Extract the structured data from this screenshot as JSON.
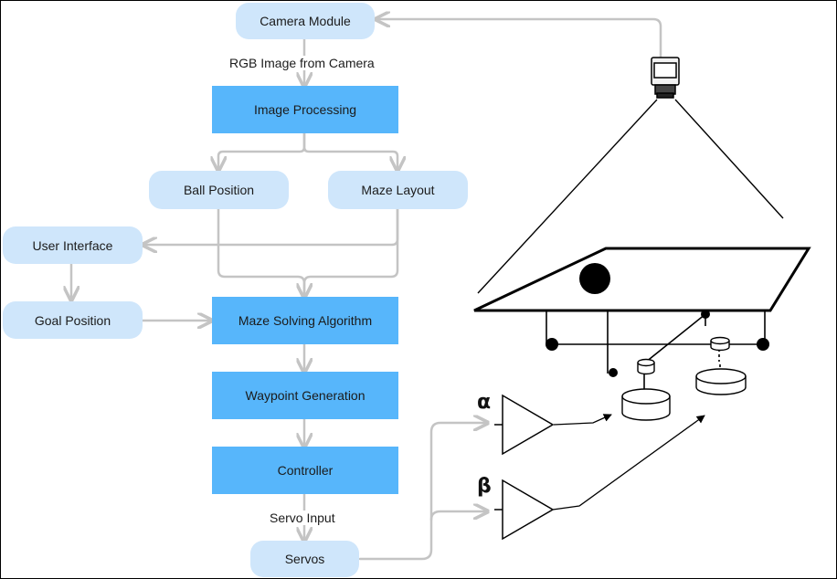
{
  "nodes": {
    "camera_module": "Camera Module",
    "image_processing": "Image Processing",
    "ball_position": "Ball Position",
    "maze_layout": "Maze Layout",
    "user_interface": "User Interface",
    "goal_position": "Goal Position",
    "maze_solving": "Maze Solving Algorithm",
    "waypoint_generation": "Waypoint Generation",
    "controller": "Controller",
    "servos": "Servos"
  },
  "edge_labels": {
    "rgb_image": "RGB Image from Camera",
    "servo_input": "Servo Input"
  },
  "actuator_labels": {
    "alpha": "α",
    "beta": "β"
  },
  "colors": {
    "pill": "#cfe6fb",
    "block": "#57b6fb",
    "connector": "#c4c4c4",
    "line_art": "#000000"
  }
}
